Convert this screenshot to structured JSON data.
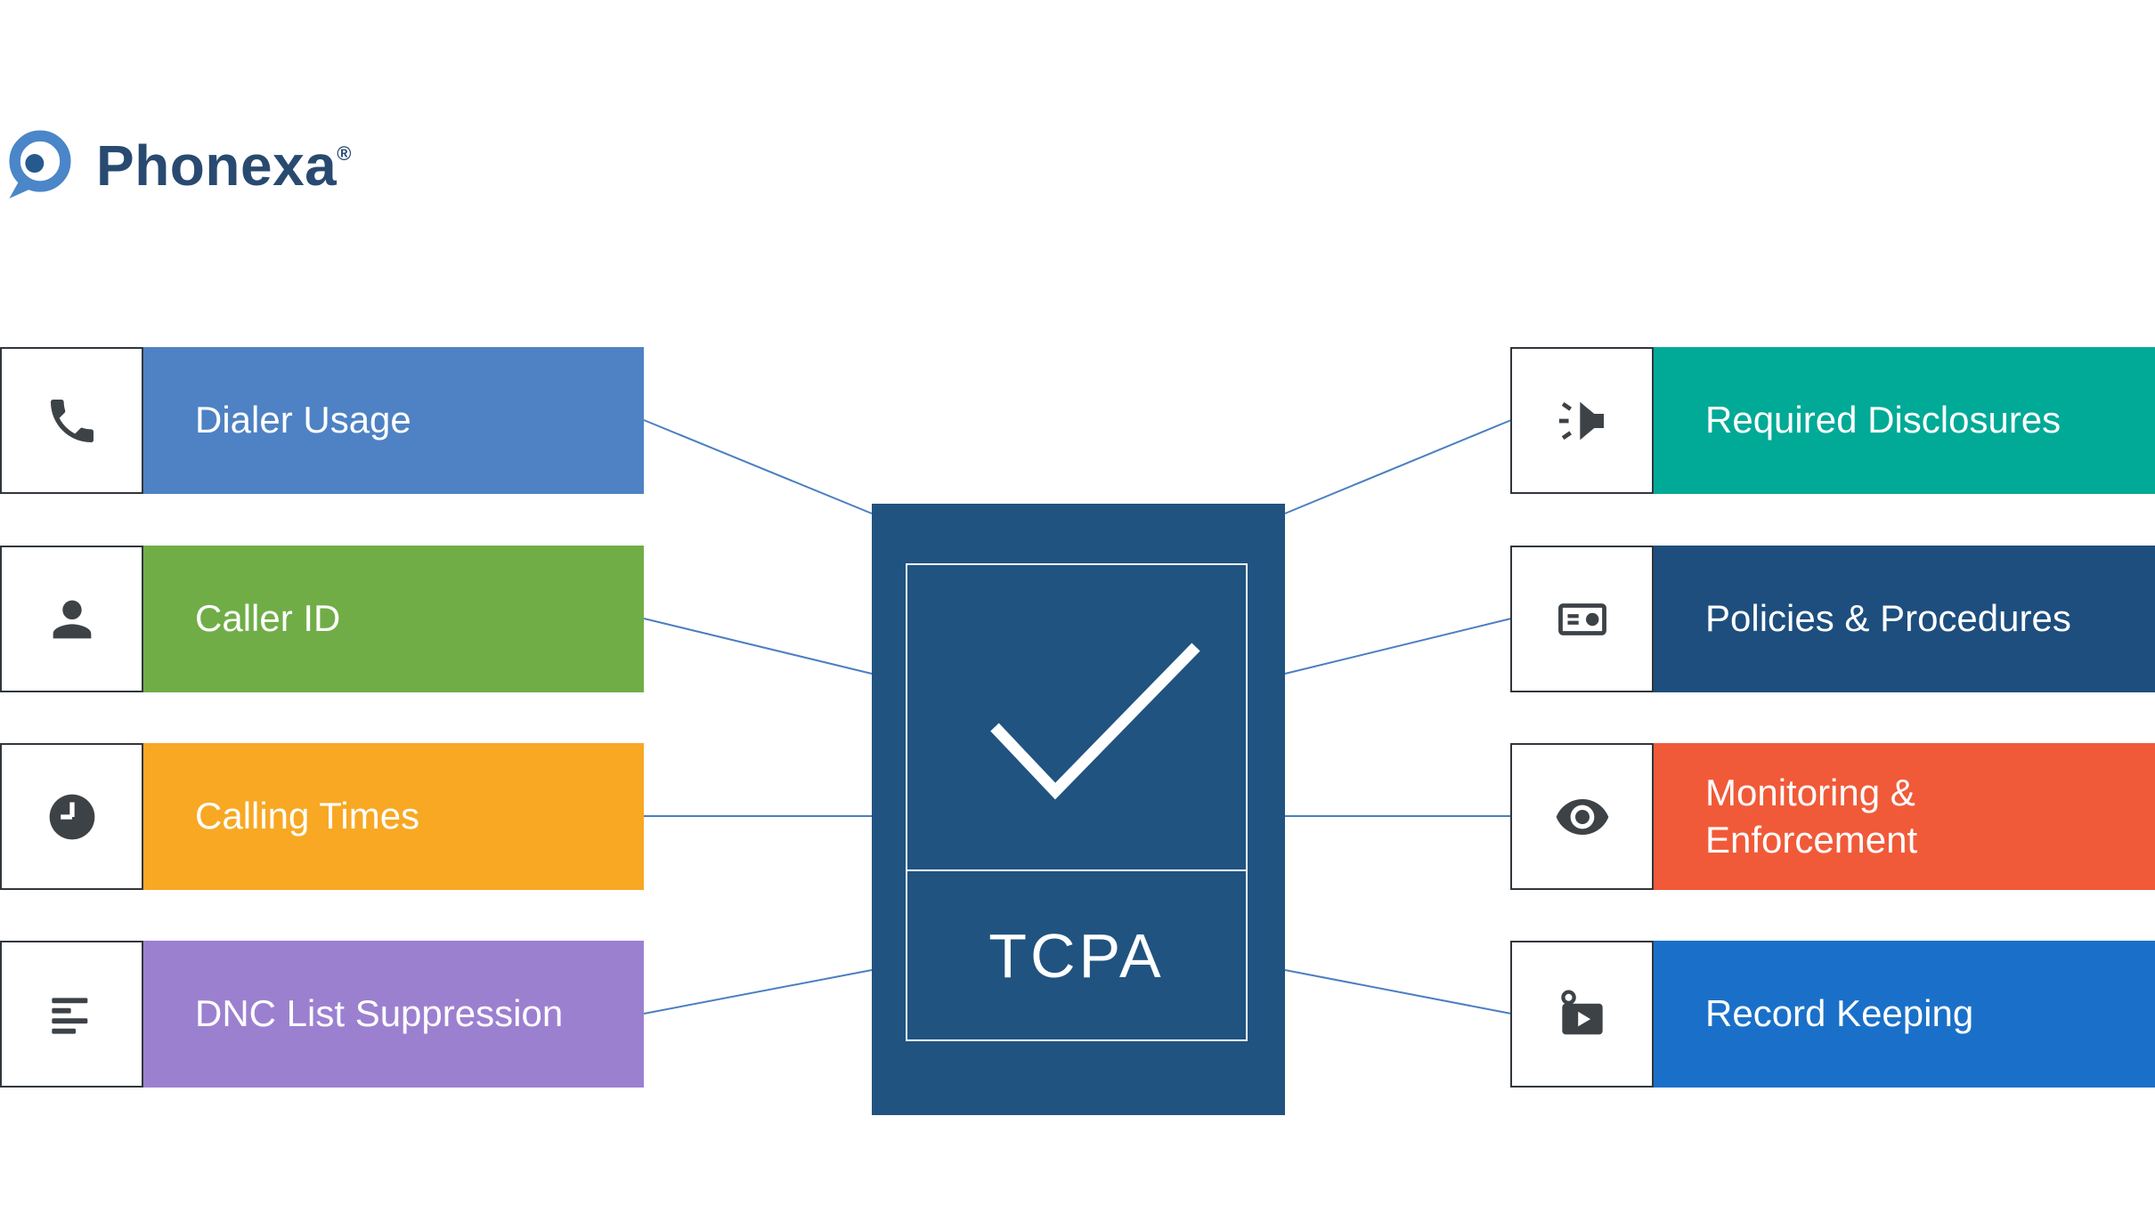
{
  "brand": {
    "name": "Phonexa",
    "mark": "®"
  },
  "center": {
    "title": "TCPA"
  },
  "left_items": [
    {
      "label": "Dialer Usage",
      "color": "#4e82c4",
      "icon": "phone"
    },
    {
      "label": "Caller ID",
      "color": "#70ad47",
      "icon": "person"
    },
    {
      "label": "Calling Times",
      "color": "#f8a823",
      "icon": "clock"
    },
    {
      "label": "DNC List Suppression",
      "color": "#9c80d0",
      "icon": "list"
    }
  ],
  "right_items": [
    {
      "label": "Required Disclosures",
      "color": "#00aa96",
      "icon": "megaphone"
    },
    {
      "label": "Policies & Procedures",
      "color": "#1d4e7e",
      "icon": "id-card"
    },
    {
      "label": "Monitoring &\nEnforcement",
      "color": "#f15a38",
      "icon": "eye"
    },
    {
      "label": "Record Keeping",
      "color": "#1a70c8",
      "icon": "video-camera"
    }
  ],
  "style": {
    "center_box_color": "#205380",
    "connector_color": "#4a7fc1",
    "icon_color": "#3d4247",
    "brand_color": "#284a70",
    "logo_ring_color": "#4a86c8",
    "logo_dot_color": "#265a8f"
  }
}
